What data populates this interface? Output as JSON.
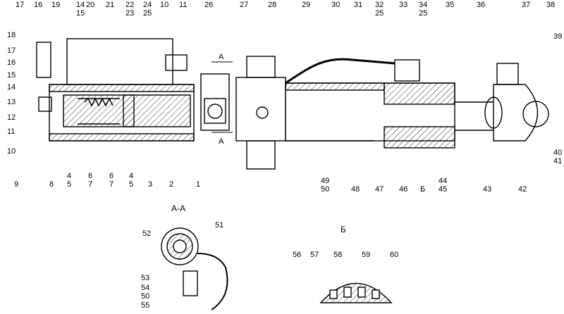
{
  "top_labels": [
    "17",
    "16",
    "19",
    "20",
    "21",
    "22",
    "23",
    "24",
    "25",
    "10",
    "11",
    "26",
    "27",
    "28",
    "29",
    "30",
    "31",
    "32",
    "25",
    "33",
    "34",
    "25",
    "35",
    "36",
    "37",
    "38"
  ],
  "left_labels": [
    "18",
    "17",
    "16",
    "15",
    "14",
    "13",
    "12",
    "11",
    "10",
    "9"
  ],
  "bottom_labels": [
    "8",
    "4",
    "5",
    "6",
    "7",
    "6",
    "7",
    "4",
    "5",
    "3",
    "2",
    "1"
  ],
  "right_labels": [
    "39",
    "40",
    "41",
    "42",
    "43",
    "44",
    "45",
    "46",
    "47",
    "48",
    "49",
    "50",
    "Б"
  ],
  "misc_labels": [
    "14",
    "15"
  ],
  "section_aa": {
    "title": "А-А",
    "labels": [
      "52",
      "51",
      "53",
      "54",
      "50",
      "55"
    ]
  },
  "section_b": {
    "title": "Б",
    "labels": [
      "56",
      "57",
      "58",
      "59",
      "60"
    ]
  },
  "section_marks": [
    "А",
    "А"
  ]
}
